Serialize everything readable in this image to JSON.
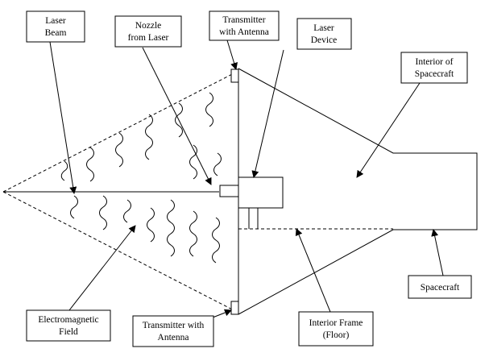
{
  "labels": {
    "laser_beam": [
      "Laser",
      "Beam"
    ],
    "nozzle": [
      "Nozzle",
      "from Laser"
    ],
    "transmitter_top": [
      "Transmitter",
      "with Antenna"
    ],
    "laser_device": [
      "Laser",
      "Device"
    ],
    "interior_spacecraft": [
      "Interior of",
      "Spacecraft"
    ],
    "spacecraft": [
      "Spacecraft"
    ],
    "em_field": [
      "Electromagnetic",
      "Field"
    ],
    "transmitter_bottom": [
      "Transmitter with",
      "Antenna"
    ],
    "interior_frame": [
      "Interior Frame",
      "(Floor)"
    ]
  },
  "colors": {
    "stroke": "#000000",
    "background": "#ffffff"
  }
}
